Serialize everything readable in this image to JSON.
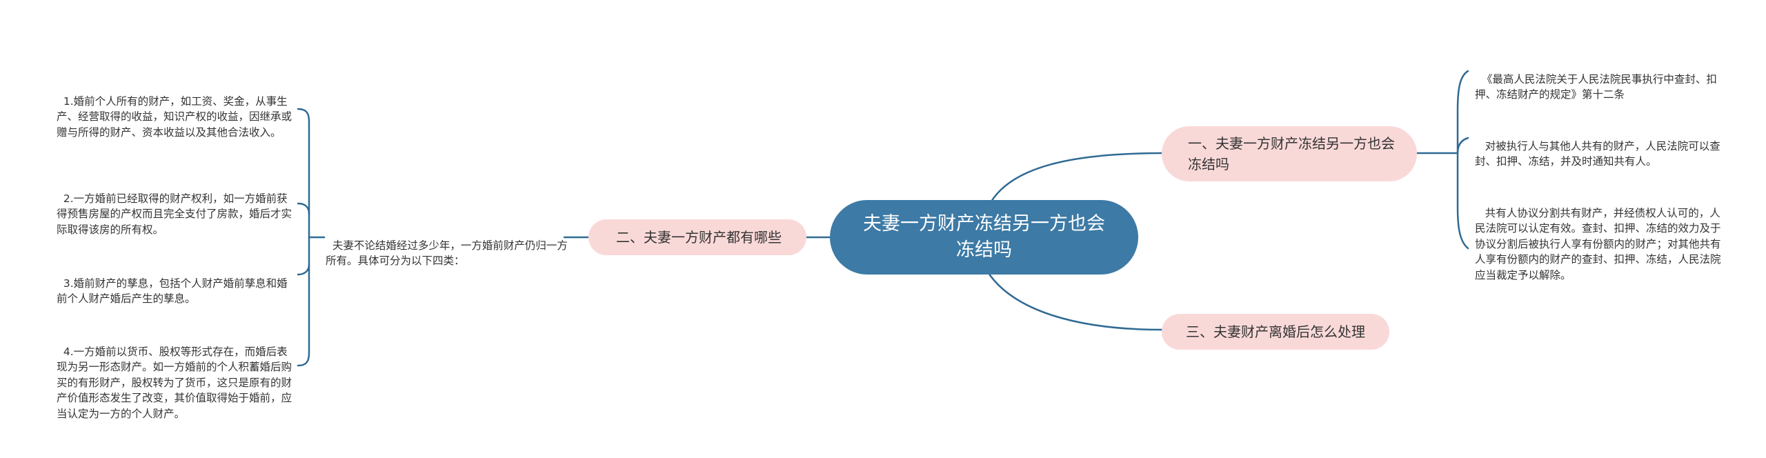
{
  "mindmap": {
    "root": {
      "label": "夫妻一方财产冻结另一方也会冻结吗"
    },
    "branches": [
      {
        "id": "b1",
        "label": "一、夫妻一方财产冻结另一方也会冻结吗",
        "side": "right",
        "children": [
          {
            "text": "《最高人民法院关于人民法院民事执行中查封、扣押、冻结财产的规定》第十二条"
          },
          {
            "text": " 对被执行人与其他人共有的财产，人民法院可以查封、扣押、冻结，并及时通知共有人。"
          },
          {
            "text": " 共有人协议分割共有财产，并经债权人认可的，人民法院可以认定有效。查封、扣押、冻结的效力及于协议分割后被执行人享有份额内的财产；对其他共有人享有份额内的财产的查封、扣押、冻结，人民法院应当裁定予以解除。"
          }
        ]
      },
      {
        "id": "b2",
        "label": "二、夫妻一方财产都有哪些",
        "side": "left",
        "summary": "夫妻不论结婚经过多少年，一方婚前财产仍归一方所有。具体可分为以下四类：",
        "children": [
          {
            "text": "1.婚前个人所有的财产，如工资、奖金，从事生产、经营取得的收益，知识产权的收益，因继承或赠与所得的财产、资本收益以及其他合法收入。"
          },
          {
            "text": "2.一方婚前已经取得的财产权利，如一方婚前获得预售房屋的产权而且完全支付了房款，婚后才实际取得该房的所有权。"
          },
          {
            "text": "3.婚前财产的孳息，包括个人财产婚前孳息和婚前个人财产婚后产生的孳息。"
          },
          {
            "text": "4.一方婚前以货币、股权等形式存在，而婚后表现为另一形态财产。如一方婚前的个人积蓄婚后购买的有形财产，股权转为了货币，这只是原有的财产价值形态发生了改变，其价值取得始于婚前，应当认定为一方的个人财产。"
          }
        ]
      },
      {
        "id": "b3",
        "label": "三、夫妻财产离婚后怎么处理",
        "side": "right",
        "children": []
      }
    ]
  },
  "colors": {
    "root_fill": "#3d7aa5",
    "root_text": "#ffffff",
    "branch_fill": "#f9d9d8",
    "connector": "#2f6a93",
    "text": "#333333"
  }
}
